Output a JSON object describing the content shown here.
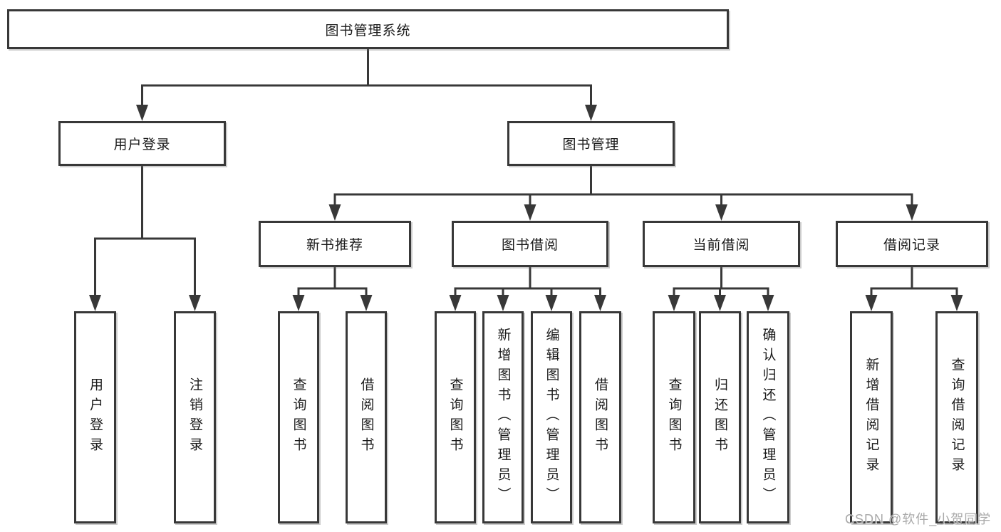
{
  "diagram": {
    "title": "图书管理系统",
    "type": "hierarchy-tree",
    "colors": {
      "line": "#383838",
      "box_border": "#383838",
      "box_fill": "#ffffff",
      "text": "#1a1a1a",
      "background": "#ffffff",
      "watermark": "#a9a9a9"
    }
  },
  "nodes": {
    "root": {
      "label": "图书管理系统"
    },
    "user_login": {
      "label": "用户登录"
    },
    "book_mgmt": {
      "label": "图书管理"
    },
    "new_book_rec": {
      "label": "新书推荐"
    },
    "book_borrow": {
      "label": "图书借阅"
    },
    "current_borrow": {
      "label": "当前借阅"
    },
    "borrow_records": {
      "label": "借阅记录"
    },
    "leaf_user_login": {
      "label": "用户登录"
    },
    "leaf_logout": {
      "label": "注销登录"
    },
    "leaf_query_books_rec": {
      "label": "查询图书"
    },
    "leaf_borrow_books_rec": {
      "label": "借阅图书"
    },
    "leaf_query_books_borrow": {
      "label": "查询图书"
    },
    "leaf_add_books": {
      "label": "新增图书（管理员）"
    },
    "leaf_edit_books": {
      "label": "编辑图书（管理员）"
    },
    "leaf_borrow_books_2": {
      "label": "借阅图书"
    },
    "leaf_query_books_current": {
      "label": "查询图书"
    },
    "leaf_return_books": {
      "label": "归还图书"
    },
    "leaf_confirm_return": {
      "label": "确认归还（管理员）"
    },
    "leaf_add_borrow_record": {
      "label": "新增借阅记录"
    },
    "leaf_query_borrow_record": {
      "label": "查询借阅记录"
    }
  },
  "hierarchy": {
    "root": [
      "user_login",
      "book_mgmt"
    ],
    "user_login": [
      "leaf_user_login",
      "leaf_logout"
    ],
    "book_mgmt": [
      "new_book_rec",
      "book_borrow",
      "current_borrow",
      "borrow_records"
    ],
    "new_book_rec": [
      "leaf_query_books_rec",
      "leaf_borrow_books_rec"
    ],
    "book_borrow": [
      "leaf_query_books_borrow",
      "leaf_add_books",
      "leaf_edit_books",
      "leaf_borrow_books_2"
    ],
    "current_borrow": [
      "leaf_query_books_current",
      "leaf_return_books",
      "leaf_confirm_return"
    ],
    "borrow_records": [
      "leaf_add_borrow_record",
      "leaf_query_borrow_record"
    ]
  },
  "watermark": {
    "text": "CSDN @软件_小贺同学"
  }
}
